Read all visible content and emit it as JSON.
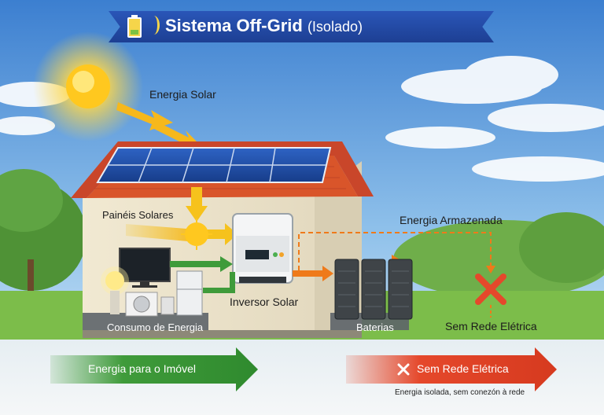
{
  "title": {
    "main": "Sistema Off-Grid",
    "sub": "(Isolado)"
  },
  "labels": {
    "solar_energy": "Energia Solar",
    "solar_panels": "Painéis Solares",
    "solar_inverter": "Inversor Solar",
    "stored_energy": "Energia Armazenada",
    "energy_consumption": "Consumo de Energia",
    "batteries": "Baterias",
    "no_grid": "Sem Rede Elétrica"
  },
  "bottom": {
    "green_arrow": "Energia para o Imóvel",
    "red_arrow": "Sem Rede Elétrica",
    "footnote": "Energia isolada, sem conezón à rede"
  },
  "colors": {
    "title_band": "#2a56b8",
    "flow_yellow": "#f6c21c",
    "flow_green": "#3f9b3a",
    "flow_orange": "#ef7a1a",
    "no_grid_red": "#e5482b",
    "roof": "#d9552a",
    "panel": "#1f4fa8"
  },
  "icons": [
    "battery-icon",
    "sun-icon",
    "solar-panel-icon",
    "tv-icon",
    "lamp-icon",
    "fridge-icon",
    "air-conditioner-icon",
    "inverter-icon",
    "battery-bank-icon",
    "cross-icon"
  ]
}
